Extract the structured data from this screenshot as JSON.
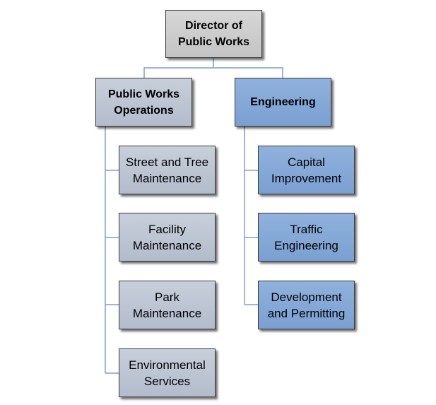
{
  "org_chart": {
    "director": "Director of\nPublic Works",
    "divisions": [
      {
        "name": "Public Works\nOperations",
        "units": [
          "Street and Tree\nMaintenance",
          "Facility\nMaintenance",
          "Park\nMaintenance",
          "Environmental\nServices"
        ]
      },
      {
        "name": "Engineering",
        "units": [
          "Capital\nImprovement",
          "Traffic\nEngineering",
          "Development\nand Permitting"
        ]
      }
    ]
  },
  "colors": {
    "director_fill": "#c8c8c8",
    "operations_fill": "#bcc4d2",
    "engineering_fill": "#86a8d6",
    "connector": "#6f8fc4"
  }
}
